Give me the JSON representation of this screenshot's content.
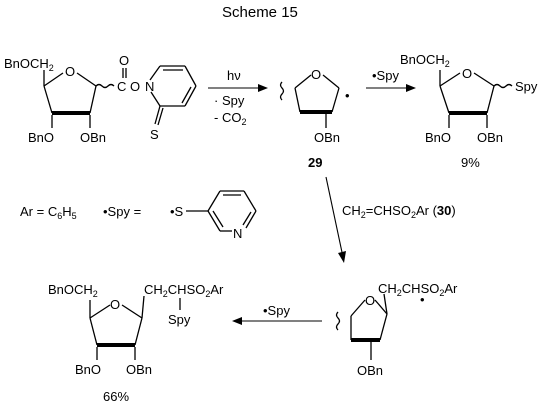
{
  "title": "Scheme 15",
  "labels": {
    "bnoch2": "BnOCH",
    "sub2": "2",
    "obn_left": "BnO",
    "obn_right": "OBn",
    "obn": "OBn",
    "bno": "BnO",
    "ring_o": "O",
    "carbonyl_o": "O",
    "carbonyl_c": "C",
    "amide_n": "N",
    "pyridyl_n": "N",
    "thione_s": "S",
    "spy": "Spy",
    "ch2chso2ar": "CH",
    "ch2chso2ar_rest": "CHSO",
    "ar": "Ar",
    "dot": "•"
  },
  "reaction": {
    "step1_above": "hν",
    "step1_below1": "· Spy",
    "step1_below2": "- CO",
    "step2": "•Spy",
    "step3": "CH",
    "step3_mid": "=CHSO",
    "step3_ar": "Ar (",
    "step3_num": "30",
    "step3_close": ")",
    "step4": "•Spy"
  },
  "compounds": {
    "intermediate_number": "29",
    "yield_product1": "9%",
    "yield_product2": "66%"
  },
  "legend": {
    "ar_def": "Ar = C",
    "ar_sub": "6",
    "ar_h": "H",
    "ar_sub2": "5",
    "spy_def": "•Spy =",
    "spy_dot_s": "•S"
  }
}
